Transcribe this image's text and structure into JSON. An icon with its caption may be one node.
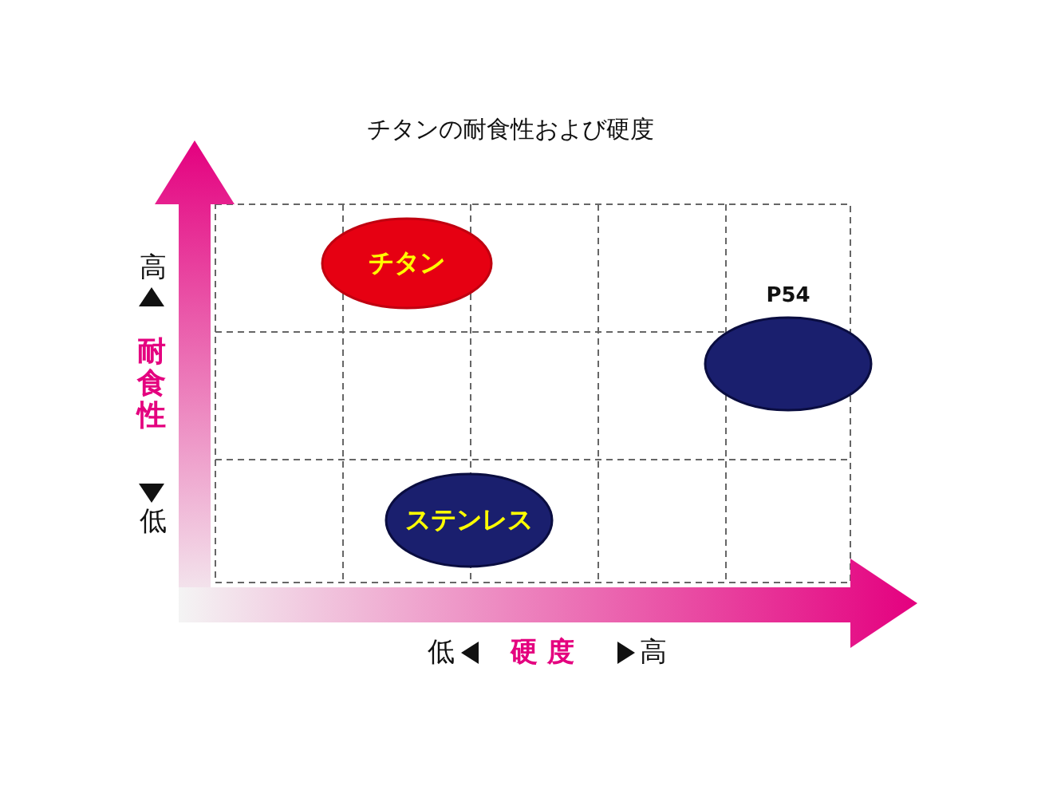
{
  "diagram": {
    "title": "チタンの耐食性および硬度",
    "nodes": [
      {
        "text": [
          "チタン"
        ]
      },
      {
        "text": [
          "ステンレス"
        ]
      },
      {
        "text": [],
        "shape": "ellipse",
        "beside": [
          "P54"
        ]
      }
    ],
    "labels": [
      "高",
      "耐食性",
      "低",
      "低",
      "硬度",
      "高"
    ]
  }
}
